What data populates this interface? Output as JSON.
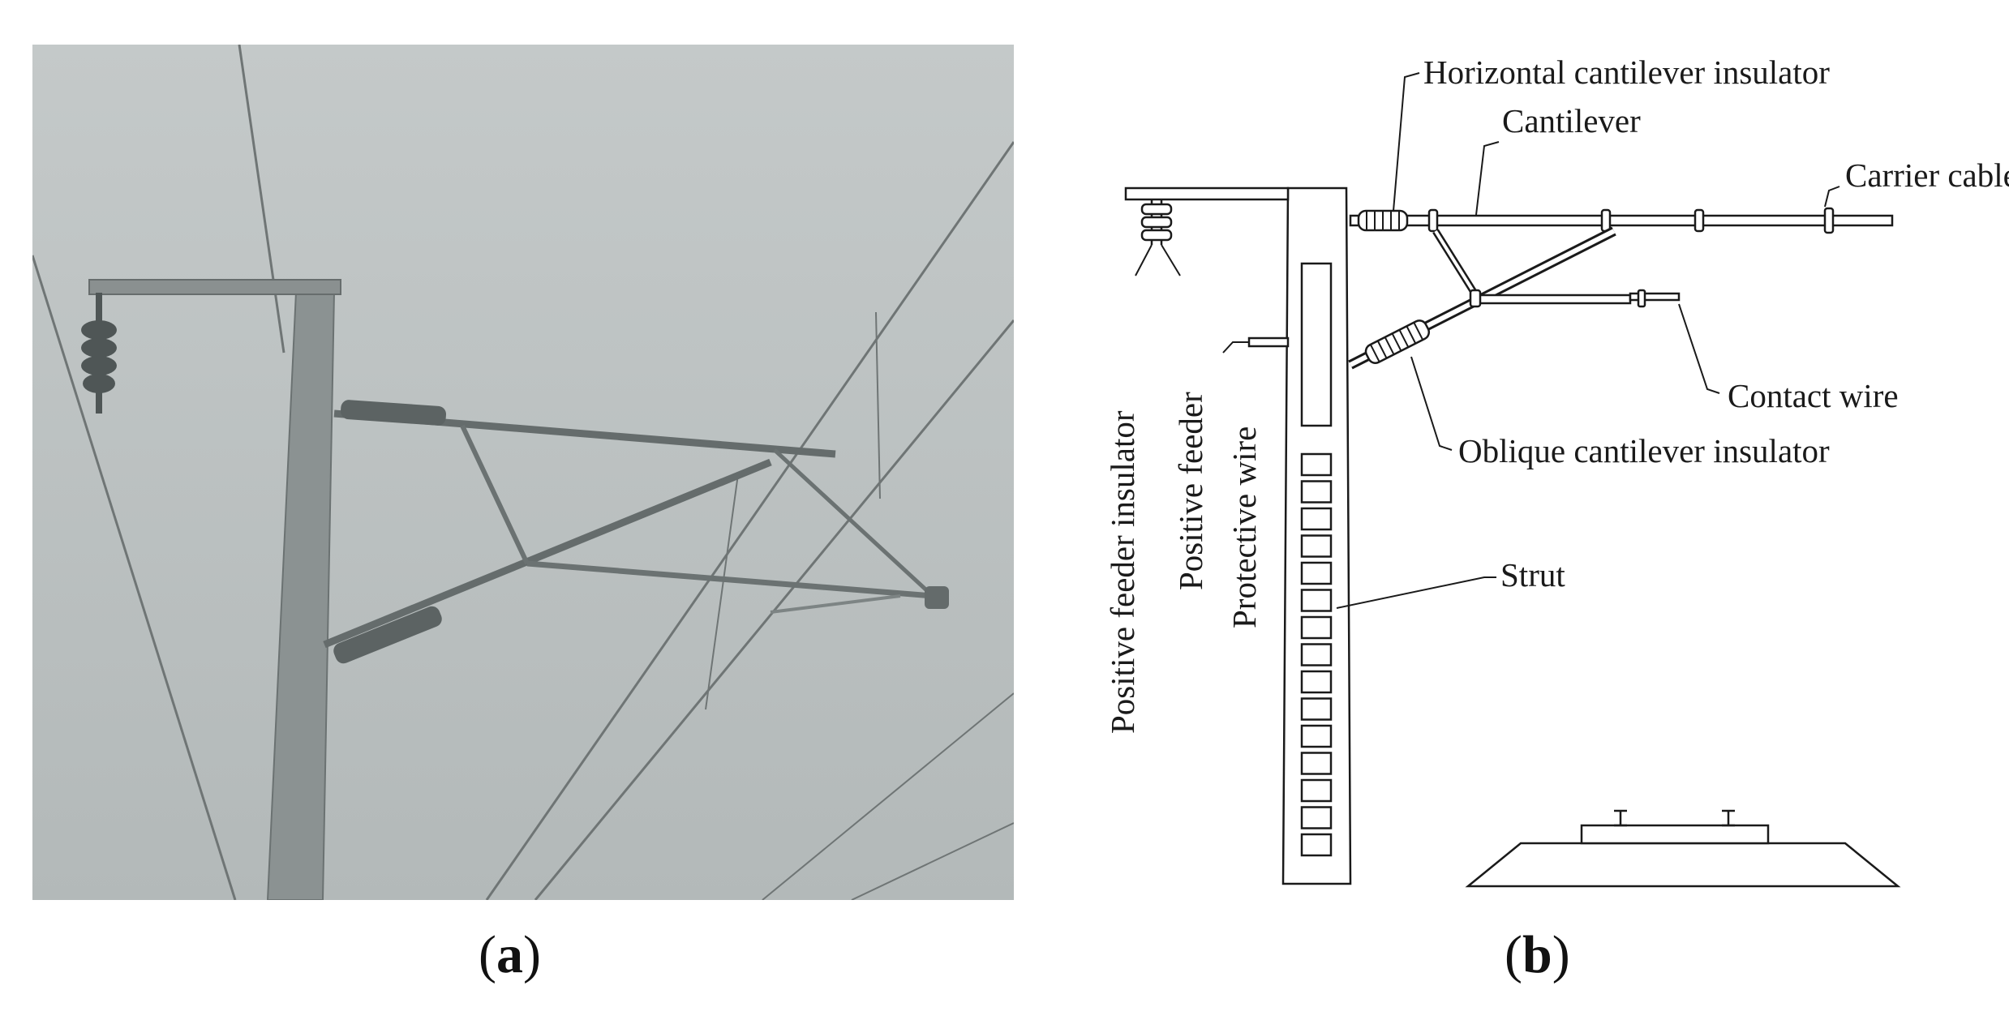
{
  "figure": {
    "panels": [
      {
        "id": "a",
        "caption_open": "(",
        "caption_letter": "a",
        "caption_close": ")"
      },
      {
        "id": "b",
        "caption_open": "(",
        "caption_letter": "b",
        "caption_close": ")"
      }
    ],
    "labels": {
      "horizontal_cantilever_insulator": "Horizontal cantilever insulator",
      "cantilever": "Cantilever",
      "carrier_cable": "Carrier cable",
      "contact_wire": "Contact wire",
      "oblique_cantilever_insulator": "Oblique cantilever insulator",
      "strut": "Strut",
      "positive_feeder_insulator": "Positive feeder insulator",
      "positive_feeder": "Positive feeder",
      "protective_wire": "Protective wire"
    }
  }
}
